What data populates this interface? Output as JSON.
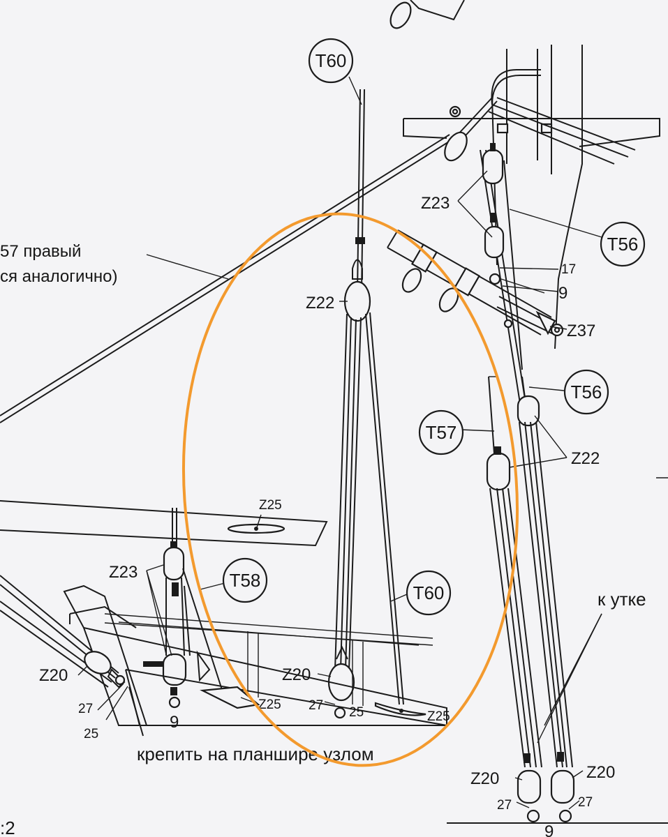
{
  "labels": {
    "t60_top": "T60",
    "t60_mid": "T60",
    "t56_upper": "T56",
    "t56_lower": "T56",
    "t57": "T57",
    "t58": "T58",
    "z22_center": "Z22",
    "z22_right": "Z22",
    "z23_top": "Z23",
    "z23_left": "Z23",
    "z25_top": "Z25",
    "z25_mid": "Z25",
    "z25_right": "Z25",
    "z20_left": "Z20",
    "z20_center": "Z20",
    "z20_bl": "Z20",
    "z20_br": "Z20",
    "z37": "Z37",
    "n17": "17",
    "n9_top": "9",
    "n9_left": "9",
    "n27_left": "27",
    "n25_left": "25",
    "n27_center": "27",
    "n25_center": "25",
    "n27_right": "27",
    "n9_bottom": "9",
    "k_utke": "к утке",
    "note_line1": "57 правый",
    "note_line2": "ся аналогично)",
    "attach_note": "крепить на планшире узлом",
    "scale": ":2"
  },
  "colors": {
    "ink": "#1b1b1b",
    "paper": "#f4f4f6",
    "highlight": "#f39a2e"
  }
}
